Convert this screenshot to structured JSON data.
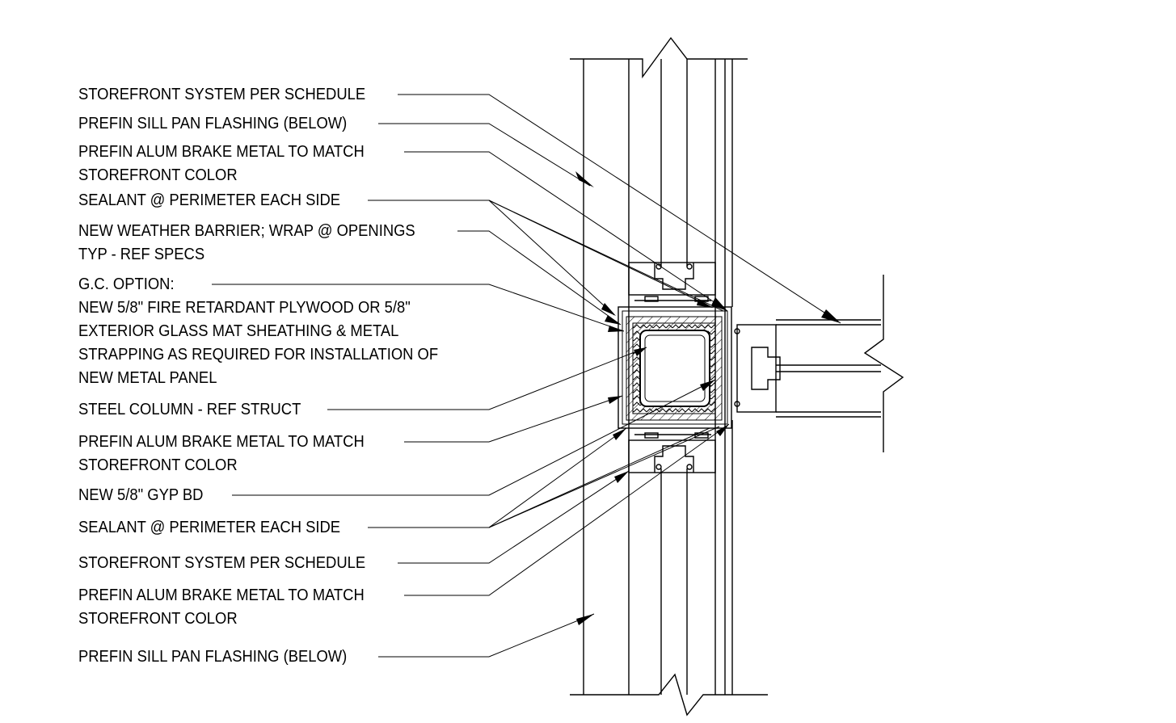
{
  "notes": [
    {
      "id": "n1",
      "lines": [
        "STOREFRONT SYSTEM PER SCHEDULE"
      ]
    },
    {
      "id": "n2",
      "lines": [
        "PREFIN SILL PAN FLASHING (BELOW)"
      ]
    },
    {
      "id": "n3",
      "lines": [
        "PREFIN ALUM BRAKE METAL TO MATCH",
        "STOREFRONT COLOR"
      ]
    },
    {
      "id": "n4",
      "lines": [
        "SEALANT @ PERIMETER EACH SIDE"
      ]
    },
    {
      "id": "n5",
      "lines": [
        "NEW WEATHER BARRIER; WRAP @ OPENINGS",
        "TYP - REF SPECS"
      ]
    },
    {
      "id": "n6",
      "lines": [
        "G.C. OPTION:",
        "NEW 5/8\" FIRE RETARDANT PLYWOOD OR 5/8\"",
        "EXTERIOR GLASS MAT SHEATHING & METAL",
        "STRAPPING AS REQUIRED FOR INSTALLATION OF",
        "NEW METAL PANEL"
      ]
    },
    {
      "id": "n7",
      "lines": [
        "STEEL COLUMN - REF STRUCT"
      ]
    },
    {
      "id": "n8",
      "lines": [
        "PREFIN ALUM BRAKE METAL TO MATCH",
        "STOREFRONT COLOR"
      ]
    },
    {
      "id": "n9",
      "lines": [
        "NEW 5/8\" GYP BD"
      ]
    },
    {
      "id": "n10",
      "lines": [
        "SEALANT @ PERIMETER EACH SIDE"
      ]
    },
    {
      "id": "n11",
      "lines": [
        "STOREFRONT SYSTEM PER SCHEDULE"
      ]
    },
    {
      "id": "n12",
      "lines": [
        "PREFIN ALUM BRAKE METAL TO MATCH",
        "STOREFRONT COLOR"
      ]
    },
    {
      "id": "n13",
      "lines": [
        "PREFIN SILL PAN FLASHING (BELOW)"
      ]
    }
  ],
  "colors": {
    "ink": "#000000",
    "paper": "#ffffff"
  }
}
